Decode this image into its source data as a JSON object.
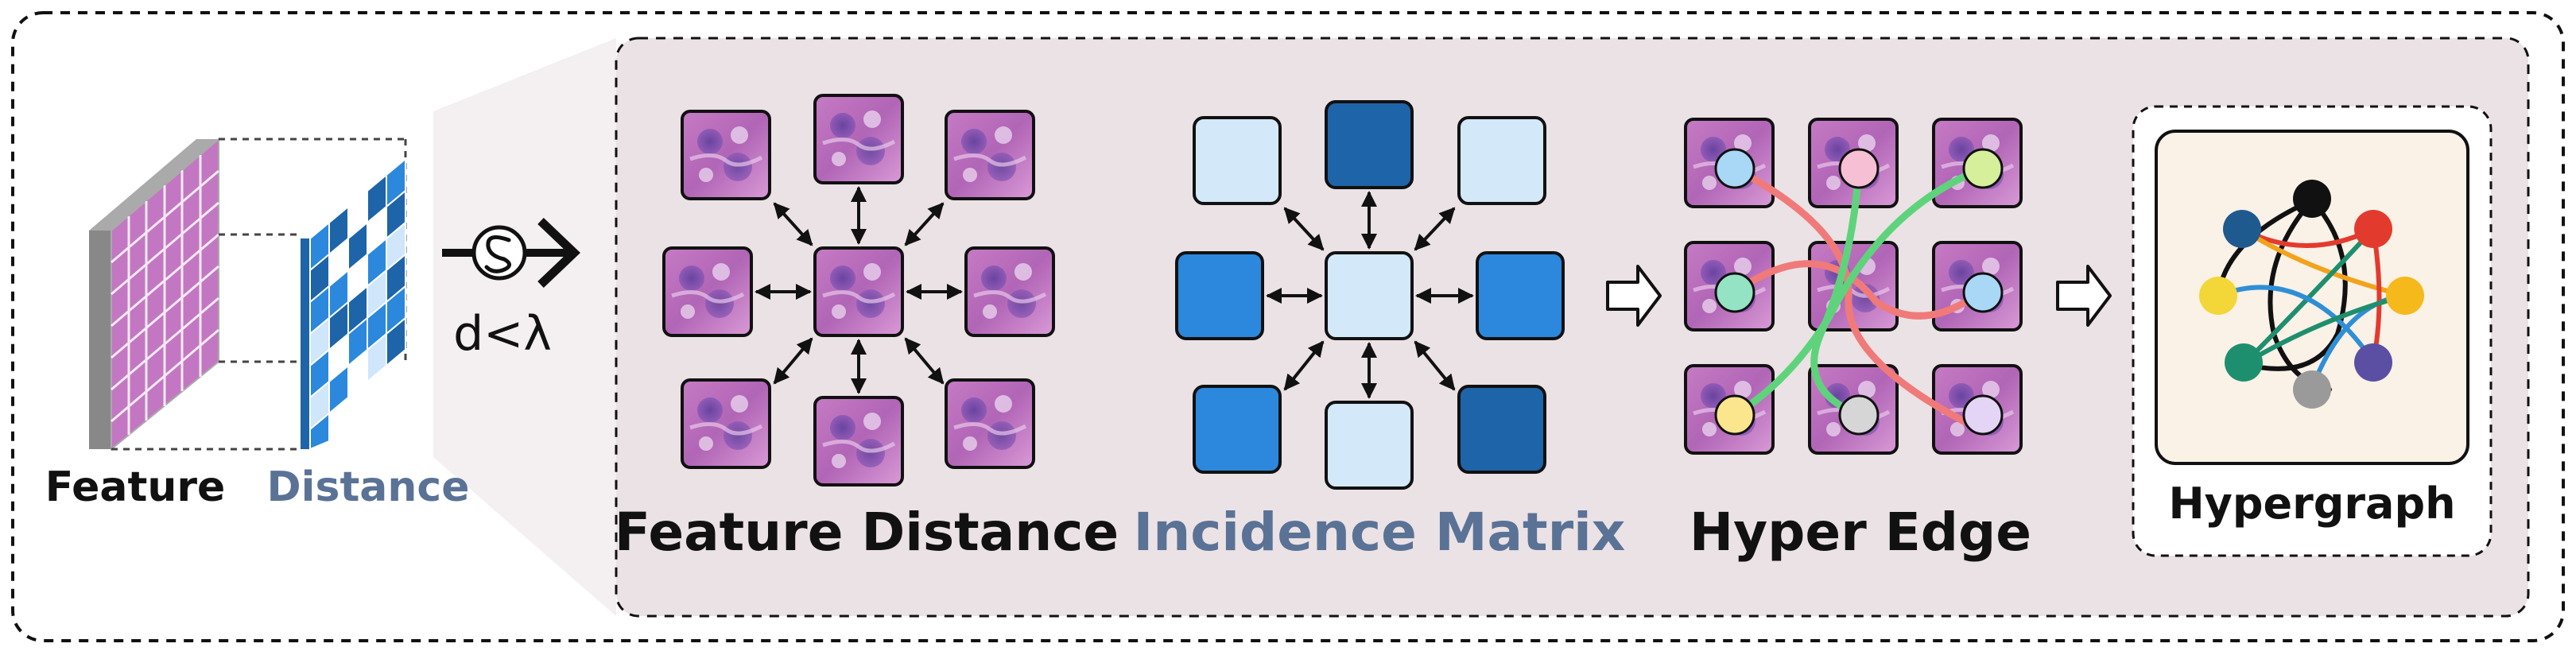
{
  "labels": {
    "feature": "Feature",
    "distance": "Distance",
    "threshold": "d<λ",
    "feature_distance": "Feature Distance",
    "incidence_matrix": "Incidence Matrix",
    "hyper_edge": "Hyper Edge",
    "hypergraph": "Hypergraph"
  },
  "colors": {
    "label_dark": "#111111",
    "label_blue": "#5a7295",
    "panel_fill": "#ebe2e5",
    "cell_light": "#d3e8f8",
    "cell_mid": "#2b88dc",
    "cell_dark": "#1e64a8",
    "hypergraph_card": "#faf1e7"
  },
  "hyper_edge_nodes": [
    "light-blue",
    "pink",
    "lime",
    "mint",
    "light-blue",
    "",
    "yellow",
    "light-gray",
    "lavender"
  ],
  "hypergraph_nodes": [
    "black",
    "red",
    "orange",
    "purple",
    "gray",
    "green",
    "yellow",
    "blue"
  ]
}
